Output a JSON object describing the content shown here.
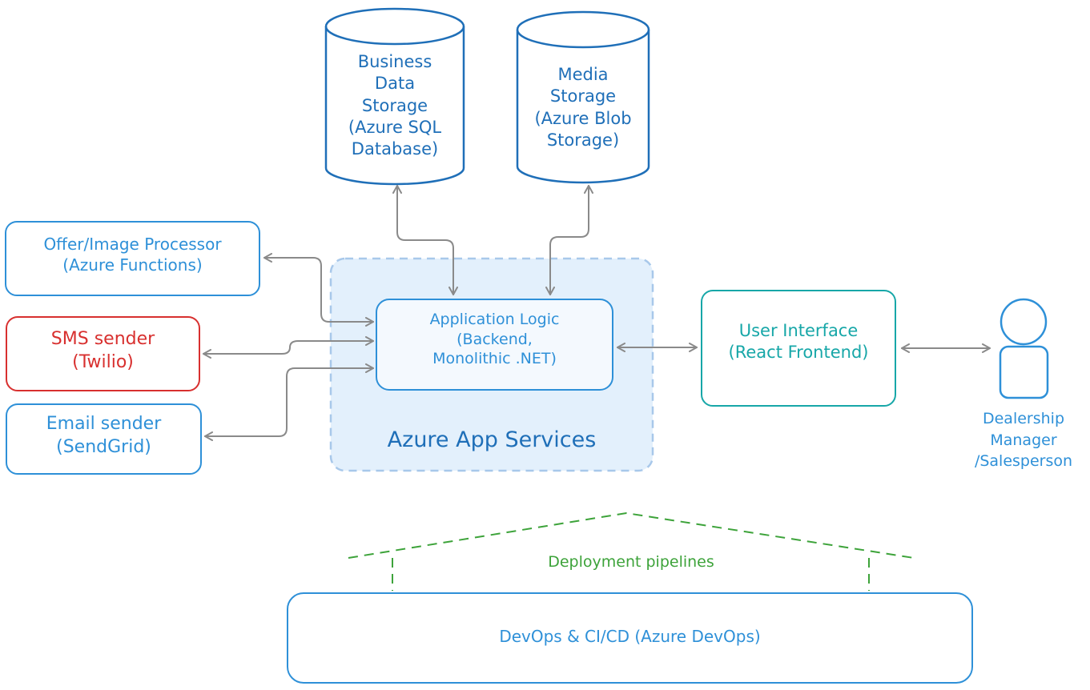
{
  "colors": {
    "blue_dark": "#1f6fb8",
    "blue": "#2e90d8",
    "red": "#d8302f",
    "teal": "#17a7a8",
    "green": "#3da33a",
    "arrow": "#8a8a8a",
    "group_fill": "#e3f0fc",
    "group_stroke": "#a8c8ea"
  },
  "nodes": {
    "business_db": [
      "Business",
      "Data",
      "Storage",
      "(Azure SQL",
      "Database)"
    ],
    "media_db": [
      "Media",
      "Storage",
      "(Azure Blob",
      "Storage)"
    ],
    "offer_processor": [
      "Offer/Image Processor",
      "(Azure Functions)"
    ],
    "sms_sender": [
      "SMS sender",
      "(Twilio)"
    ],
    "email_sender": [
      "Email sender",
      "(SendGrid)"
    ],
    "app_logic": [
      "Application Logic",
      "(Backend,",
      "Monolithic .NET)"
    ],
    "app_services_label": "Azure App Services",
    "user_interface": [
      "User Interface",
      "(React Frontend)"
    ],
    "actor_label": [
      "Dealership",
      "Manager",
      "/Salesperson"
    ],
    "pipelines_label": "Deployment pipelines",
    "devops": "DevOps & CI/CD (Azure DevOps)"
  }
}
